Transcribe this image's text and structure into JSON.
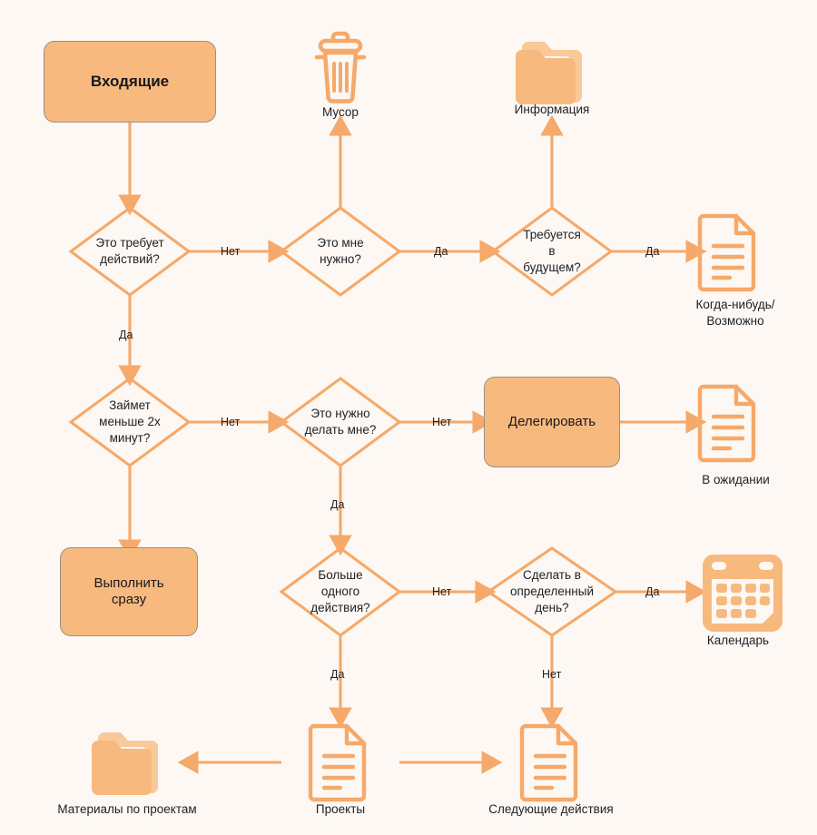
{
  "diagram": {
    "title": "GTD workflow",
    "background_color": "#FDF8F3",
    "accent_color": "#F5A96A",
    "box_fill_color": "#F8B97E",
    "text_color": "#1d2026"
  },
  "nodes": {
    "inbox": {
      "label": "Входящие",
      "type": "process"
    },
    "do_now": {
      "label": "Выполнить\nсразу",
      "type": "process"
    },
    "delegate": {
      "label": "Делегировать",
      "type": "process"
    },
    "d_action_required": {
      "label": "Это требует\nдействий?",
      "type": "decision"
    },
    "d_need_it": {
      "label": "Это мне\nнужно?",
      "type": "decision"
    },
    "d_future": {
      "label": "Требуется\nв\nбудущем?",
      "type": "decision"
    },
    "d_two_minutes": {
      "label": "Займет\nменьше 2х\nминут?",
      "type": "decision"
    },
    "d_do_myself": {
      "label": "Это нужно\nделать мне?",
      "type": "decision"
    },
    "d_more_than_one": {
      "label": "Больше\nодного\nдействия?",
      "type": "decision"
    },
    "d_specific_day": {
      "label": "Сделать в\nопределенный\nдень?",
      "type": "decision"
    }
  },
  "icons": {
    "trash": {
      "caption": "Мусор",
      "icon": "trash-icon"
    },
    "information": {
      "caption": "Информация",
      "icon": "folder-icon"
    },
    "someday": {
      "caption": "Когда-нибудь/\nВозможно",
      "icon": "document-icon"
    },
    "waiting": {
      "caption": "В ожидании",
      "icon": "document-icon"
    },
    "calendar": {
      "caption": "Календарь",
      "icon": "calendar-icon"
    },
    "project_materials": {
      "caption": "Материалы по проектам",
      "icon": "folder-icon"
    },
    "projects": {
      "caption": "Проекты",
      "icon": "document-icon"
    },
    "next_actions": {
      "caption": "Следующие действия",
      "icon": "document-icon"
    }
  },
  "edge_labels": {
    "action_required_no": "Нет",
    "action_required_yes": "Да",
    "need_it_no": "Нет",
    "need_it_yes": "Да",
    "future_yes": "Да",
    "two_minutes_no": "Нет",
    "two_minutes_yes": "Да",
    "do_myself_no": "Нет",
    "do_myself_yes": "Да",
    "more_than_one_no": "Нет",
    "more_than_one_yes": "Да",
    "specific_day_yes": "Да",
    "specific_day_no": "Нет"
  }
}
